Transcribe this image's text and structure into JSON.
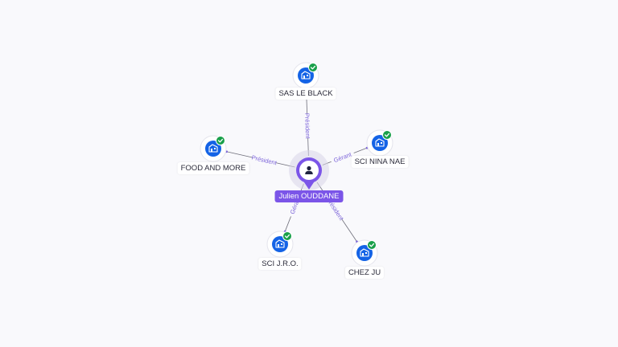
{
  "center": {
    "label": "Julien OUDDANE",
    "icon": "person-icon",
    "color": "#7b55e8"
  },
  "companies": [
    {
      "id": "sas-le-black",
      "label": "SAS LE BLACK",
      "relation": "Président",
      "status": "verified"
    },
    {
      "id": "sci-nina-nae",
      "label": "SCI NINA NAE",
      "relation": "Gérant",
      "status": "verified"
    },
    {
      "id": "chez-ju",
      "label": "CHEZ JU",
      "relation": "Président",
      "status": "verified"
    },
    {
      "id": "sci-jro",
      "label": "SCI J.R.O.",
      "relation": "Gérant",
      "status": "verified"
    },
    {
      "id": "food-and-more",
      "label": "FOOD AND MORE",
      "relation": "Président",
      "status": "verified"
    }
  ],
  "colors": {
    "company": "#1463e6",
    "check": "#19a04a",
    "edge": "#6e6e7a",
    "edge_label": "#7b63d9"
  }
}
